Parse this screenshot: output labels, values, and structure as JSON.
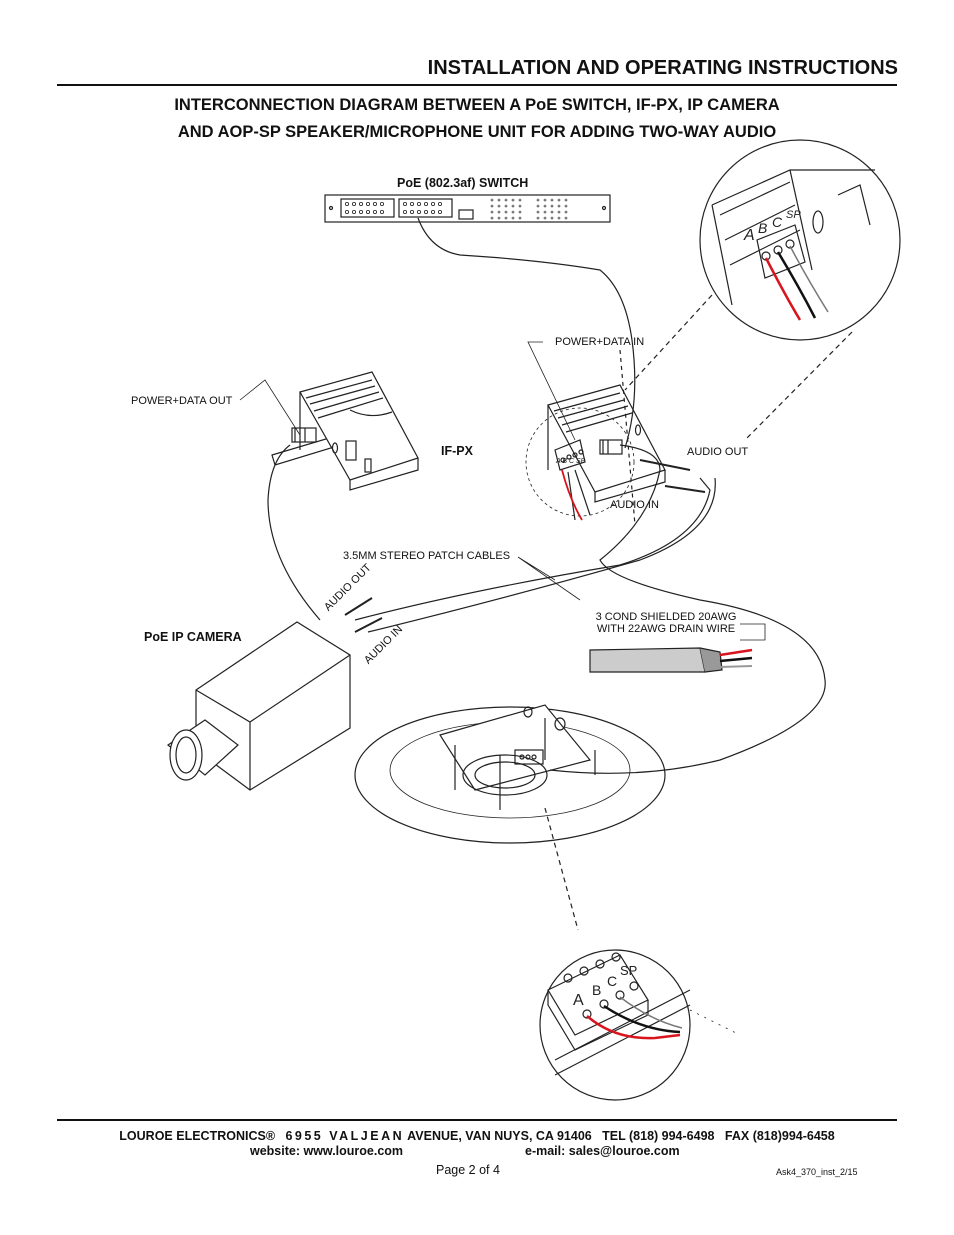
{
  "header": {
    "title": "INSTALLATION AND OPERATING INSTRUCTIONS",
    "subtitle_line1": "INTERCONNECTION DIAGRAM BETWEEN A PoE SWITCH, IF-PX, IP CAMERA",
    "subtitle_line2": "AND AOP-SP SPEAKER/MICROPHONE UNIT FOR ADDING TWO-WAY AUDIO"
  },
  "diagram": {
    "switch_label": "PoE (802.3af) SWITCH",
    "power_data_in": "POWER+DATA IN",
    "power_data_out": "POWER+DATA OUT",
    "ifpx_label": "IF-PX",
    "audio_out_right": "AUDIO OUT",
    "audio_in_right": "AUDIO IN",
    "patch_cables": "3.5MM STEREO PATCH CABLES",
    "cable_line1": "3 COND SHIELDED 20AWG",
    "cable_line2": "WITH 22AWG DRAIN WIRE",
    "camera_label": "PoE IP CAMERA",
    "camera_audio_out": "AUDIO OUT",
    "camera_audio_in": "AUDIO IN",
    "terminal_letters": [
      "A",
      "B",
      "C",
      "SP"
    ],
    "colors": {
      "red_wire": "#d8141c",
      "black_wire": "#111111",
      "line": "#222222"
    }
  },
  "footer": {
    "company": "LOUROE ELECTRONICS®",
    "address_spaced": "6955 VALJEAN",
    "address_rest": "AVENUE, VAN NUYS, CA 91406",
    "tel": "TEL (818) 994-6498",
    "fax": "FAX (818)994-6458",
    "website": "website: www.louroe.com",
    "email": "e-mail: sales@louroe.com",
    "page": "Page 2 of 4",
    "doc_code": "Ask4_370_inst_2/15"
  }
}
